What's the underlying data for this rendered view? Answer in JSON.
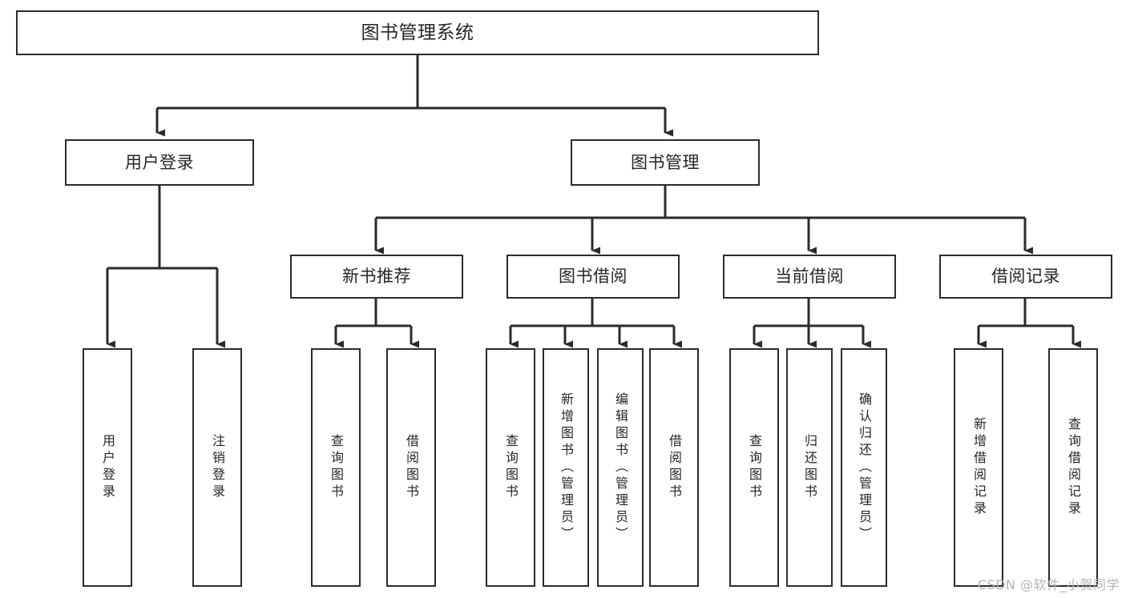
{
  "diagram": {
    "title": "图书管理系统",
    "type": "tree-hierarchy-chart",
    "colors": {
      "background": "#ffffff",
      "box_border": "#2b2b2b",
      "box_fill": "#ffffff",
      "text": "#262626",
      "connector": "#2b2b2b",
      "watermark": "#b4b4b4"
    },
    "root": {
      "label": "图书管理系统"
    },
    "level1": [
      {
        "label": "用户登录"
      },
      {
        "label": "图书管理"
      }
    ],
    "level2": [
      {
        "label": "新书推荐"
      },
      {
        "label": "图书借阅"
      },
      {
        "label": "当前借阅"
      },
      {
        "label": "借阅记录"
      }
    ],
    "leaves": {
      "user_login": [
        {
          "label": "用户登录"
        },
        {
          "label": "注销登录"
        }
      ],
      "new_book_recommend": [
        {
          "label": "查询图书"
        },
        {
          "label": "借阅图书"
        }
      ],
      "book_borrow": [
        {
          "label": "查询图书"
        },
        {
          "label": "新增图书（管理员）"
        },
        {
          "label": "编辑图书（管理员）"
        },
        {
          "label": "借阅图书"
        }
      ],
      "current_borrow": [
        {
          "label": "查询图书"
        },
        {
          "label": "归还图书"
        },
        {
          "label": "确认归还（管理员）"
        }
      ],
      "borrow_record": [
        {
          "label": "新增借阅记录"
        },
        {
          "label": "查询借阅记录"
        }
      ]
    }
  },
  "watermark": {
    "text": "CSDN @软件_小贺同学"
  }
}
